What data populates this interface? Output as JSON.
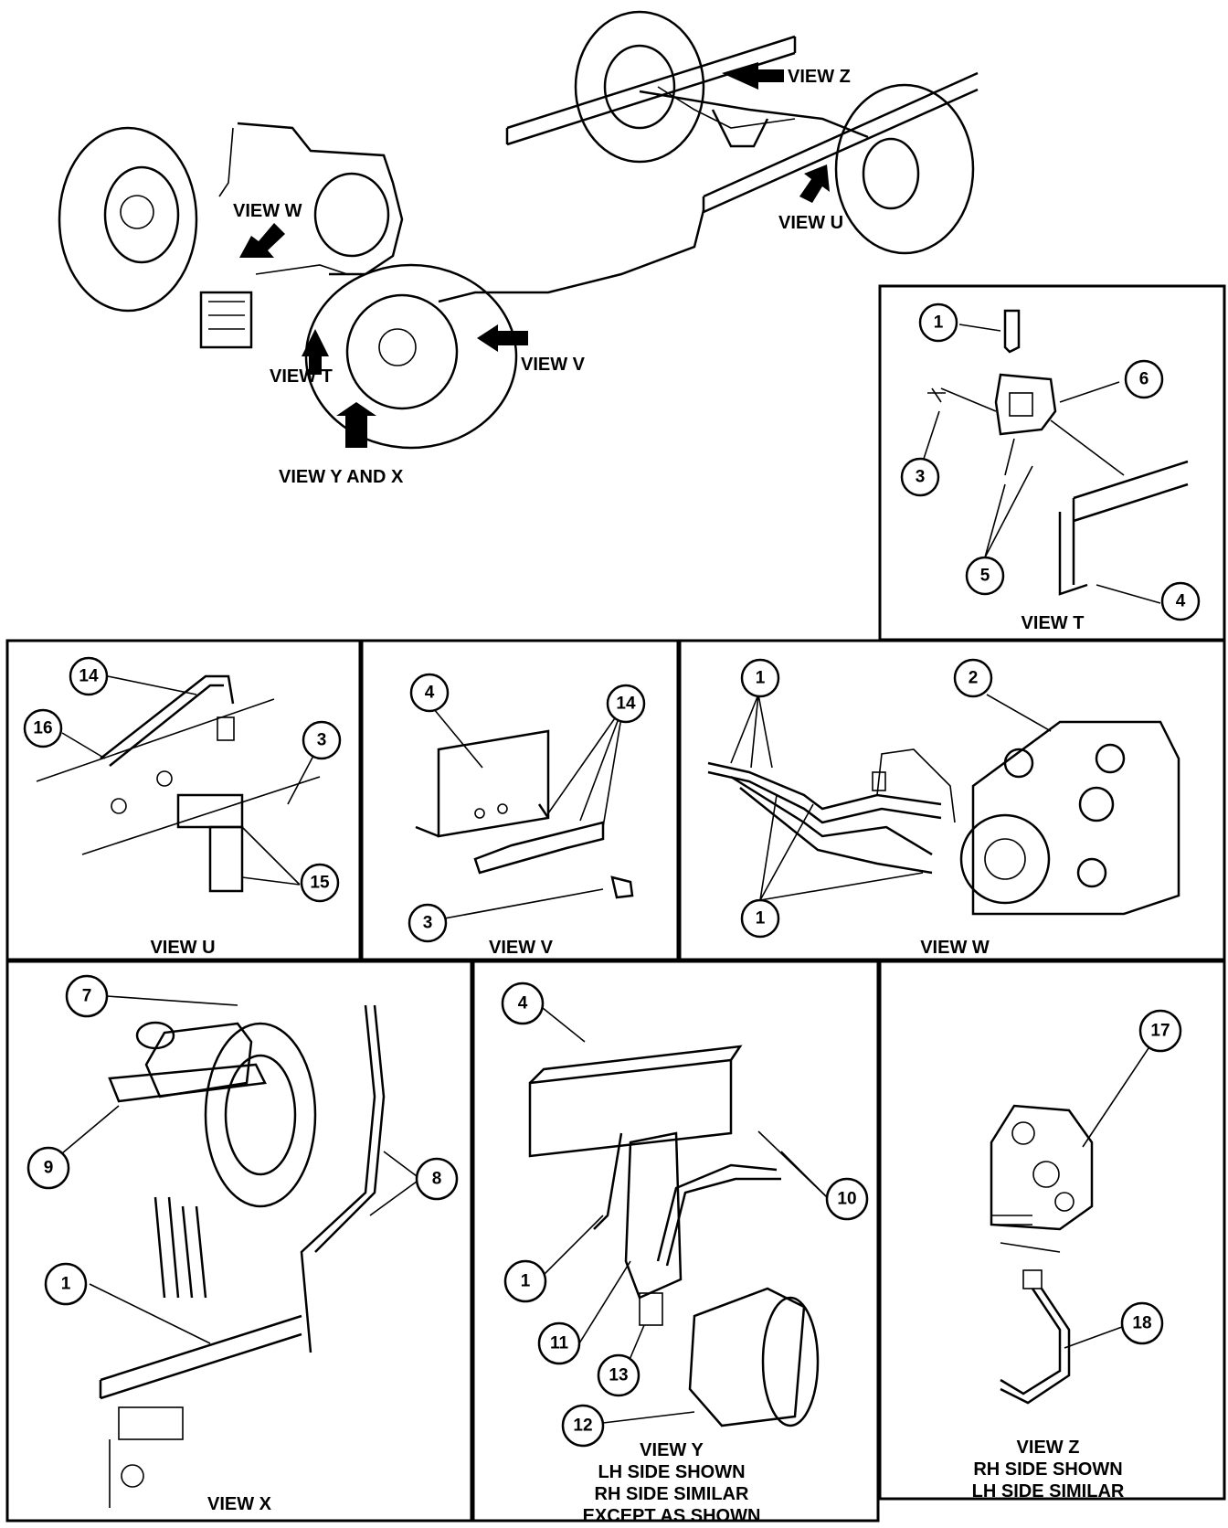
{
  "overview": {
    "view_z": "VIEW Z",
    "view_w": "VIEW W",
    "view_u": "VIEW U",
    "view_t": "VIEW T",
    "view_v": "VIEW V",
    "view_y_and_x": "VIEW Y AND X"
  },
  "panels": {
    "t": {
      "caption": "VIEW T",
      "callouts": [
        "1",
        "6",
        "3",
        "5",
        "4"
      ]
    },
    "u": {
      "caption": "VIEW U",
      "callouts": [
        "14",
        "16",
        "3",
        "15"
      ]
    },
    "v": {
      "caption": "VIEW V",
      "callouts": [
        "4",
        "14",
        "3"
      ]
    },
    "w": {
      "caption": "VIEW W",
      "callouts": [
        "1",
        "2",
        "1"
      ]
    },
    "x": {
      "caption": "VIEW X",
      "callouts": [
        "7",
        "9",
        "8",
        "1"
      ]
    },
    "y": {
      "caption_lines": [
        "VIEW Y",
        "LH SIDE SHOWN",
        "RH SIDE SIMILAR",
        "EXCEPT AS SHOWN"
      ],
      "callouts": [
        "4",
        "10",
        "1",
        "11",
        "13",
        "12"
      ]
    },
    "z": {
      "caption_lines": [
        "VIEW Z",
        "RH SIDE SHOWN",
        "LH SIDE SIMILAR"
      ],
      "callouts": [
        "17",
        "18"
      ]
    }
  }
}
